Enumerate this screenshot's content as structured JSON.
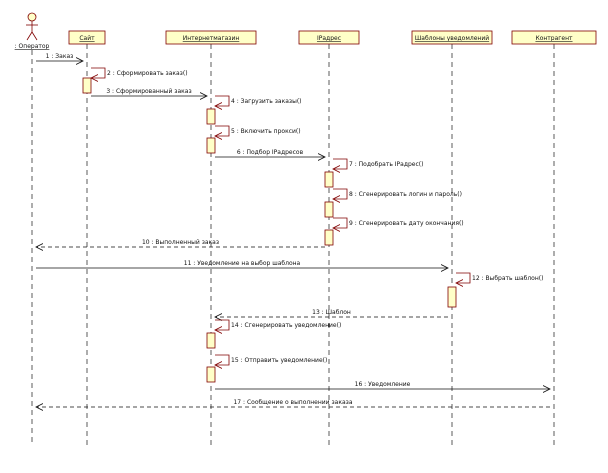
{
  "colors": {
    "box_fill": "#ffffc8",
    "box_stroke": "#800000",
    "lifeline": "#333333",
    "self_arrow": "#800000",
    "message": "#111111"
  },
  "actors": [
    {
      "id": "operator",
      "label": ": Оператор",
      "kind": "actor"
    },
    {
      "id": "site",
      "label": "Сайт",
      "kind": "object"
    },
    {
      "id": "shop",
      "label": "Интернетмагазин",
      "kind": "object"
    },
    {
      "id": "ip",
      "label": "IPадрес",
      "kind": "object"
    },
    {
      "id": "templates",
      "label": "Шаблоны уведомлений",
      "kind": "object"
    },
    {
      "id": "contragent",
      "label": "Контрагент",
      "kind": "object"
    }
  ],
  "messages": [
    {
      "n": 1,
      "label": "1 : Заказ",
      "from": "operator",
      "to": "site",
      "type": "sync"
    },
    {
      "n": 2,
      "label": "2 : Сформировать заказ()",
      "from": "site",
      "to": "site",
      "type": "self"
    },
    {
      "n": 3,
      "label": "3 : Сформированный заказ",
      "from": "site",
      "to": "shop",
      "type": "sync"
    },
    {
      "n": 4,
      "label": "4 : Загрузить заказы()",
      "from": "shop",
      "to": "shop",
      "type": "self"
    },
    {
      "n": 5,
      "label": "5 : Включить прокси()",
      "from": "shop",
      "to": "shop",
      "type": "self"
    },
    {
      "n": 6,
      "label": "6 : Подбор IPадресов",
      "from": "shop",
      "to": "ip",
      "type": "sync"
    },
    {
      "n": 7,
      "label": "7 : Подобрать IPадрес()",
      "from": "ip",
      "to": "ip",
      "type": "self"
    },
    {
      "n": 8,
      "label": "8 : Сгенерировать логин и пароль()",
      "from": "ip",
      "to": "ip",
      "type": "self"
    },
    {
      "n": 9,
      "label": "9 : Сгенерировать дату окончания()",
      "from": "ip",
      "to": "ip",
      "type": "self"
    },
    {
      "n": 10,
      "label": "10 : Выполненный заказ",
      "from": "ip",
      "to": "operator",
      "type": "return"
    },
    {
      "n": 11,
      "label": "11 : Уведомление на выбор шаблона",
      "from": "operator",
      "to": "templates",
      "type": "sync"
    },
    {
      "n": 12,
      "label": "12 : Выбрать шаблон()",
      "from": "templates",
      "to": "templates",
      "type": "self"
    },
    {
      "n": 13,
      "label": "13 : Шаблон",
      "from": "templates",
      "to": "shop",
      "type": "return"
    },
    {
      "n": 14,
      "label": "14 : Сгенерировать уведомление()",
      "from": "shop",
      "to": "shop",
      "type": "self"
    },
    {
      "n": 15,
      "label": "15 : Отправить уведомление()",
      "from": "shop",
      "to": "shop",
      "type": "self"
    },
    {
      "n": 16,
      "label": "16 : Уведомление",
      "from": "shop",
      "to": "contragent",
      "type": "sync"
    },
    {
      "n": 17,
      "label": "17 : Сообщение о выполнении заказа",
      "from": "contragent",
      "to": "operator",
      "type": "return"
    }
  ]
}
